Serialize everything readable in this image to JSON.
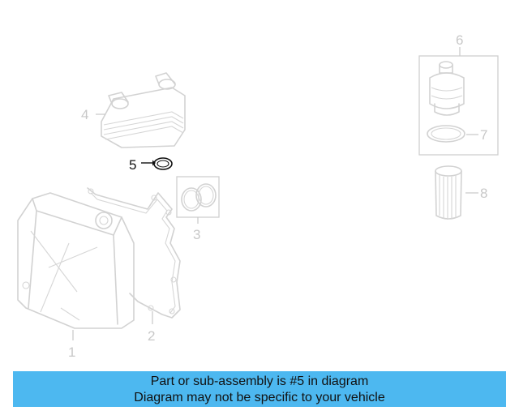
{
  "callouts": {
    "c1": "1",
    "c2": "2",
    "c3": "3",
    "c4": "4",
    "c5": "5",
    "c6": "6",
    "c7": "7",
    "c8": "8"
  },
  "highlighted_part": "5",
  "banner": {
    "line1": "Part or sub-assembly is #5 in diagram",
    "line2": "Diagram may not be specific to your vehicle",
    "color": "#4db8f0"
  },
  "colors": {
    "part_line": "#d2d2d2",
    "highlight_line": "#111111"
  }
}
